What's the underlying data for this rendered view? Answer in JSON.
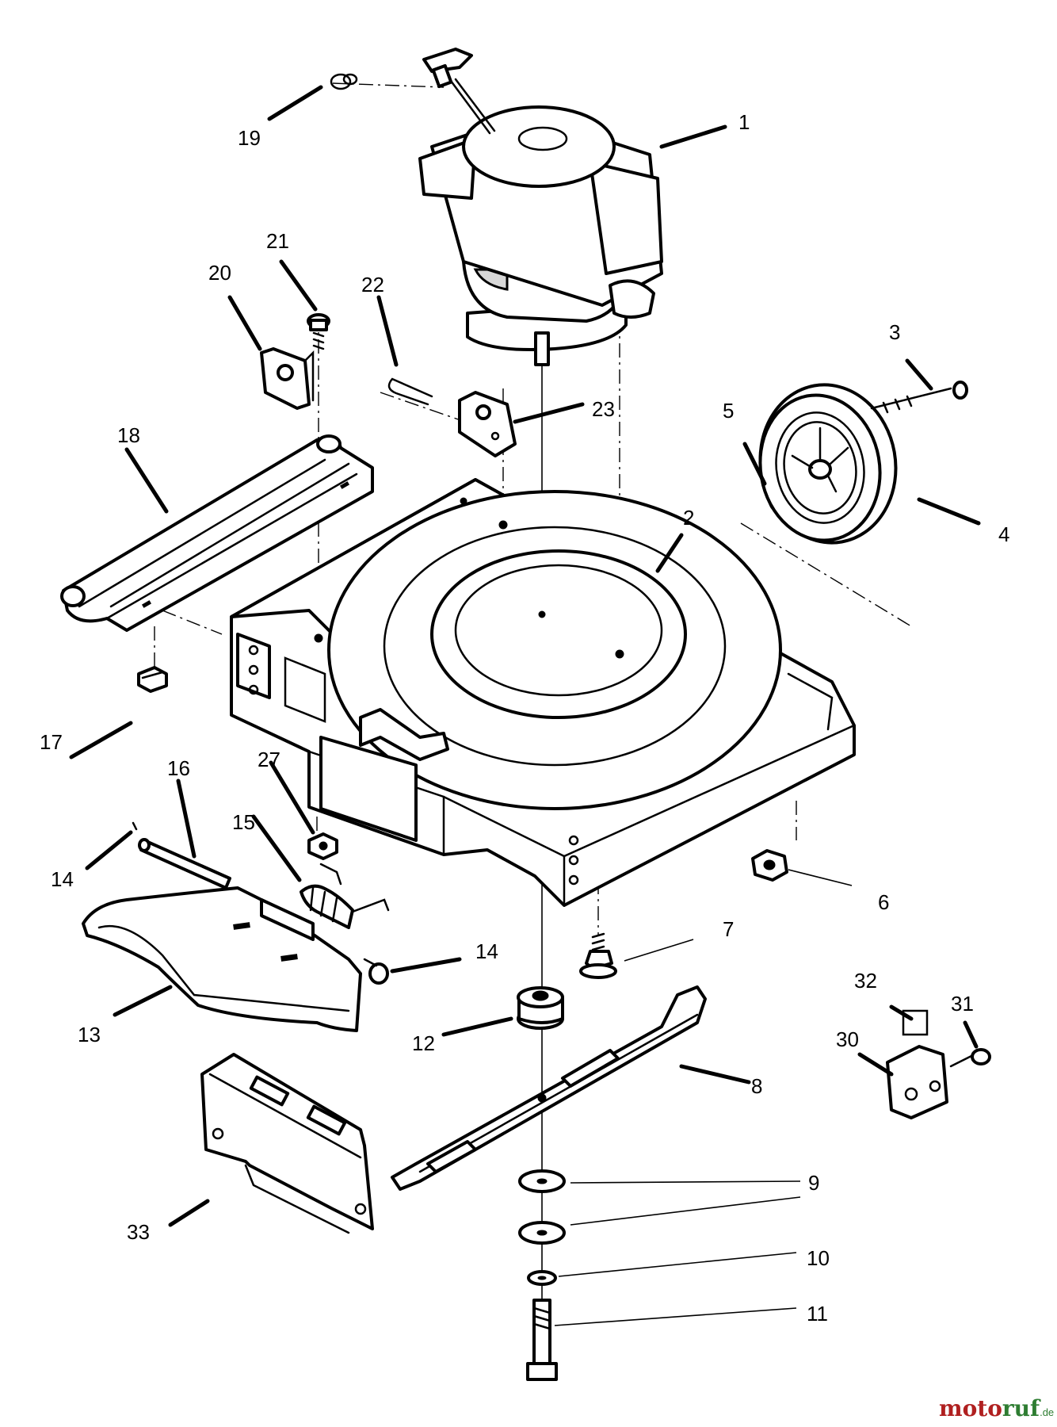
{
  "callouts": [
    {
      "id": "1",
      "text": "1"
    },
    {
      "id": "2",
      "text": "2"
    },
    {
      "id": "3",
      "text": "3"
    },
    {
      "id": "4",
      "text": "4"
    },
    {
      "id": "5",
      "text": "5"
    },
    {
      "id": "6",
      "text": "6"
    },
    {
      "id": "7",
      "text": "7"
    },
    {
      "id": "8",
      "text": "8"
    },
    {
      "id": "9",
      "text": "9"
    },
    {
      "id": "10",
      "text": "10"
    },
    {
      "id": "11",
      "text": "11"
    },
    {
      "id": "12",
      "text": "12"
    },
    {
      "id": "13",
      "text": "13"
    },
    {
      "id": "14a",
      "text": "14"
    },
    {
      "id": "14b",
      "text": "14"
    },
    {
      "id": "15",
      "text": "15"
    },
    {
      "id": "16",
      "text": "16"
    },
    {
      "id": "17",
      "text": "17"
    },
    {
      "id": "18",
      "text": "18"
    },
    {
      "id": "19",
      "text": "19"
    },
    {
      "id": "20",
      "text": "20"
    },
    {
      "id": "21",
      "text": "21"
    },
    {
      "id": "22",
      "text": "22"
    },
    {
      "id": "23",
      "text": "23"
    },
    {
      "id": "27",
      "text": "27"
    },
    {
      "id": "30",
      "text": "30"
    },
    {
      "id": "31",
      "text": "31"
    },
    {
      "id": "32",
      "text": "32"
    },
    {
      "id": "33",
      "text": "33"
    }
  ],
  "watermark": {
    "part1": "moto",
    "part2": "ruf",
    "suffix": ".de"
  }
}
